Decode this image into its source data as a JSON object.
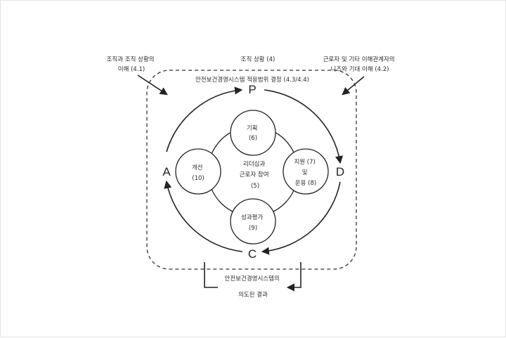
{
  "diagram": {
    "top_left_label": [
      "조직과 조직 상황의",
      "이해 (4.1)"
    ],
    "top_center_label": "조직 상황 (4)",
    "top_right_label": [
      "근로자 및 기타 이해관계자의",
      "니즈와 기대 이해 (4.2)"
    ],
    "scope_label": "안전보건경영시스템 적용범위 결정 (4.3/4.4)",
    "cycle_letters": {
      "p": "P",
      "d": "D",
      "c": "C",
      "a": "A"
    },
    "center": [
      "리더십과",
      "근로자 참여",
      "(5)"
    ],
    "planning": [
      "기획",
      "(6)"
    ],
    "support": [
      "지원 (7)",
      "및",
      "운용 (8)"
    ],
    "evaluation": [
      "성과평가",
      "(9)"
    ],
    "improvement": [
      "개선",
      "(10)"
    ],
    "outcome_label": [
      "안전보건경영시스템의",
      "의도된 결과"
    ]
  },
  "colors": {
    "stroke": "#222222",
    "background": "#ffffff",
    "frame": "#e3e3e3"
  }
}
